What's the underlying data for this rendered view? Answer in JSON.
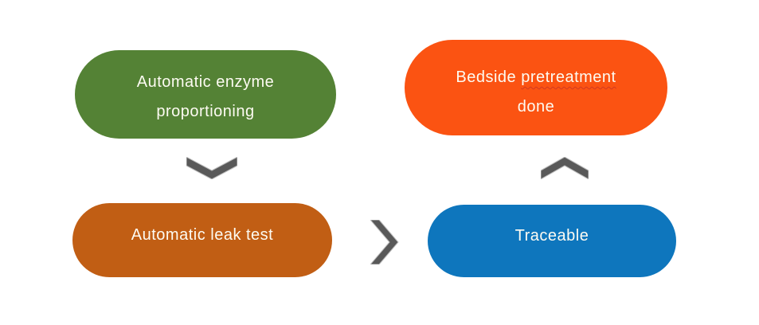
{
  "palette": {
    "canvas_background": "#ffffff",
    "green": "#548235",
    "orange": "#fb5312",
    "brown": "#c15e14",
    "blue": "#0e76bd",
    "chevron": "#595959",
    "chevron_outline": "#bfbfbf",
    "text": "#fdfbf2",
    "spellcheck_underline": "#d03a22"
  },
  "nodes": {
    "enzyme": {
      "line1": "Automatic enzyme",
      "line2": "proportioning"
    },
    "bedside": {
      "line1_prefix": "Bedside",
      "line1_misspelled": "pretreatment",
      "line2": "done"
    },
    "leak": {
      "label": "Automatic leak test"
    },
    "traceable": {
      "label": "Traceable"
    }
  }
}
